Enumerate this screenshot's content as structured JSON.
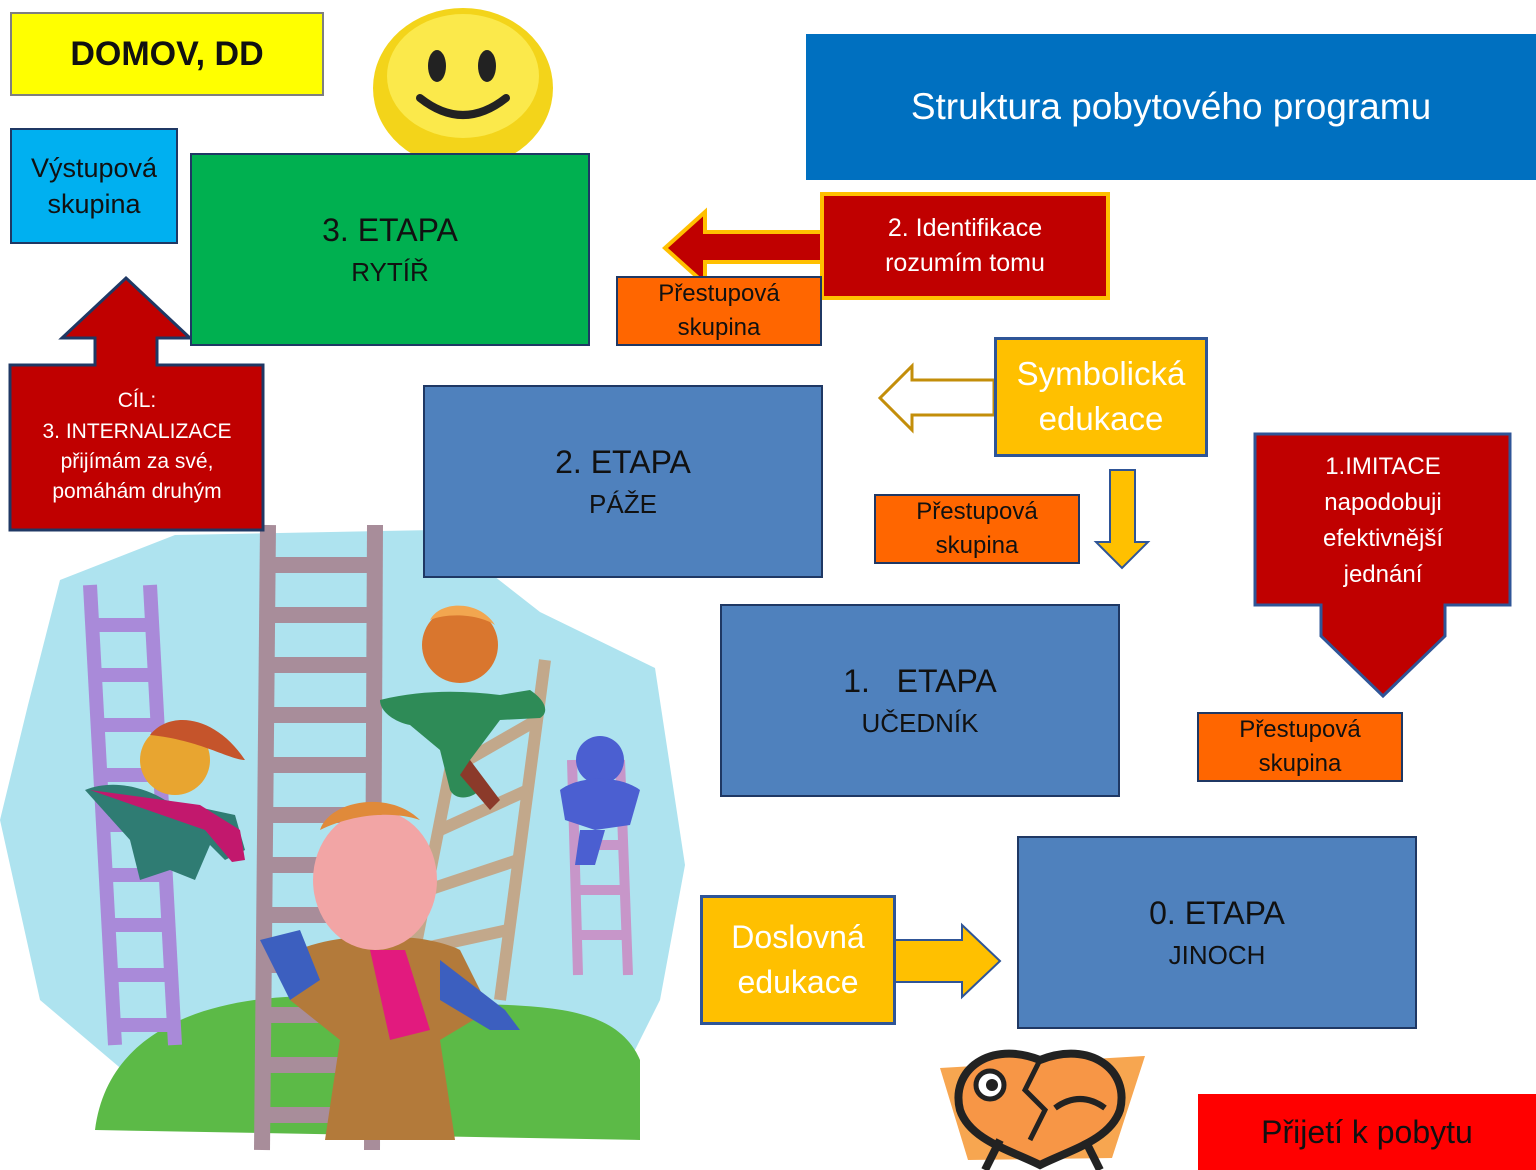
{
  "domov": "DOMOV, DD",
  "title": "Struktura pobytového programu",
  "vystupova": [
    "Výstupová",
    "skupina"
  ],
  "etapa3": [
    "3. ETAPA",
    "RYTÍŘ"
  ],
  "etapa2": [
    "2. ETAPA",
    "PÁŽE"
  ],
  "etapa1": [
    "1.   ETAPA",
    "UČEDNÍK"
  ],
  "etapa0": [
    "0. ETAPA",
    "JINOCH"
  ],
  "identifikace": [
    "2. Identifikace",
    "rozumím tomu"
  ],
  "internalizace": [
    "CÍL:",
    "3. INTERNALIZACE",
    "přijímám za své,",
    "pomáhám druhým"
  ],
  "imitace": [
    "1.IMITACE",
    "napodobuji",
    "efektivnější",
    "jednání"
  ],
  "symbolicka": [
    "Symbolická",
    "edukace"
  ],
  "doslovna": [
    "Doslovná",
    "edukace"
  ],
  "prestupova": [
    "Přestupová",
    "skupina"
  ],
  "prijeti": "Přijetí k pobytu",
  "colors": {
    "blue_title": "#0070c0",
    "stage_blue": "#4f81bd",
    "green": "#00b050",
    "dark_red": "#c00000",
    "orange": "#ff6600",
    "gold": "#ffc000",
    "cyan": "#00b0f0",
    "yellow": "#ffff00",
    "red": "#ff0000"
  }
}
